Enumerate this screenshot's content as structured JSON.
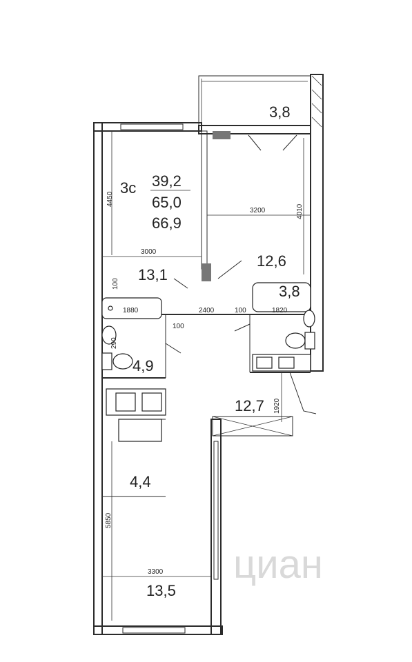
{
  "plan": {
    "type_label": "3с",
    "living_area": "39,2",
    "total_area": "65,0",
    "total_area_with_balcony": "66,9",
    "rooms": [
      {
        "id": "balcony",
        "area": "3,8"
      },
      {
        "id": "bedroom-left",
        "area": "13,1"
      },
      {
        "id": "bedroom-right",
        "area": "12,6"
      },
      {
        "id": "bathroom-right",
        "area": "3,8"
      },
      {
        "id": "bathroom-left",
        "area": "4,9"
      },
      {
        "id": "hallway",
        "area": "12,7"
      },
      {
        "id": "kitchen",
        "area": "4,4"
      },
      {
        "id": "living-room",
        "area": "13,5"
      }
    ],
    "dimensions": {
      "d4450": "4450",
      "d3000": "3000",
      "d3200": "3200",
      "d4010": "4010",
      "d100a": "100",
      "d1880": "1880",
      "d2400": "2400",
      "d100b": "100",
      "d1820": "1820",
      "d100c": "100",
      "d290": "290",
      "d1920": "1920",
      "d5850": "5850",
      "d3300": "3300"
    },
    "watermark": "циан"
  }
}
